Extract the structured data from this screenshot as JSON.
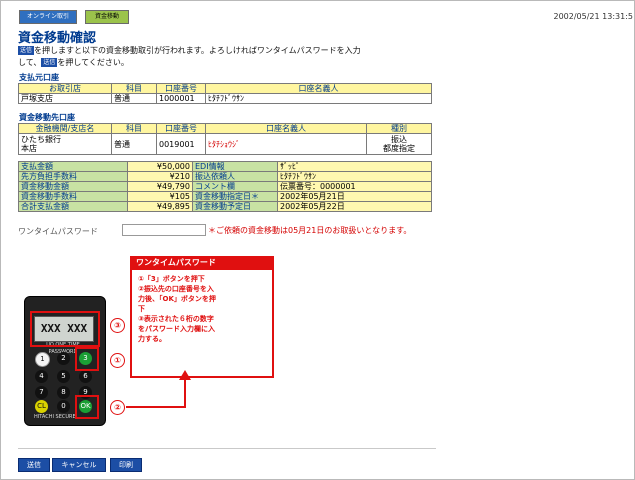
{
  "tabs": {
    "online": "オンライン取引",
    "transfer": "資金移動"
  },
  "timestamp": "2002/05/21 13:31:5",
  "page": {
    "title": "資金移動確認",
    "instruction_prefix": "を押しますと以下の資金移動取引が行われます。よろしければワンタイムパスワードを入力",
    "instruction_suffix1": "して、",
    "instruction_suffix2": "を押してください。",
    "inline_button_1": "送信",
    "inline_button_2": "送信"
  },
  "source_account": {
    "section_title": "支払元口座",
    "headers": [
      "お取引店",
      "科目",
      "口座番号",
      "口座名義人"
    ],
    "row": [
      "戸塚支店",
      "普通",
      "1000001",
      "ﾋﾀﾁﾌﾄﾞｳｻﾝ"
    ]
  },
  "dest_account": {
    "section_title": "資金移動先口座",
    "headers": [
      "金融機関/支店名",
      "科目",
      "口座番号",
      "口座名義人",
      "種別"
    ],
    "row": {
      "bank": "ひたち銀行",
      "branch": "本店",
      "type": "普通",
      "number": "0019001",
      "name": "ﾋﾀﾁｼｮｳｼﾞ",
      "kind1": "振込",
      "kind2": "都度指定"
    }
  },
  "summary": {
    "rows": [
      {
        "l1": "支払金額",
        "v1": "¥50,000",
        "l2": "EDI情報",
        "v2": "ｻﾞｯﾋﾟ"
      },
      {
        "l1": "先方負担手数料",
        "v1": "¥210",
        "l2": "振込依頼人",
        "v2": "ﾋﾀﾁﾌﾄﾞｳｻﾝ"
      },
      {
        "l1": "資金移動金額",
        "v1": "¥49,790",
        "l2": "コメント欄",
        "v2": "伝票番号：0000001"
      },
      {
        "l1": "資金移動手数料",
        "v1": "¥105",
        "l2": "資金移動指定日＊",
        "v2": "2002年05月21日"
      },
      {
        "l1": "合計支払金額",
        "v1": "¥49,895",
        "l2": "資金移動予定日",
        "v2": "2002年05月22日"
      }
    ]
  },
  "otp": {
    "label": "ワンタイムパスワード",
    "input_value": "",
    "note": "＊ご依頼の資金移動は05月21日のお取扱いとなります。"
  },
  "callout": {
    "title": "ワンタイムパスワード",
    "line1": "①「3」ボタンを押下",
    "line2": "②振込先の口座番号を入",
    "line3": "力後、「OK」ボタンを押",
    "line4": "下",
    "line5": "③表示された６桁の数字",
    "line6": "をパスワード入力欄に入",
    "line7": "力する。"
  },
  "device": {
    "display": "XXX XXX",
    "brand_top": "UQ ONE TIME PASSWORD",
    "brand_bottom": "HITACHI  SECURE",
    "keys": {
      "k1": "1",
      "k2": "2",
      "k3": "3",
      "k4": "4",
      "k5": "5",
      "k6": "6",
      "k7": "7",
      "k8": "8",
      "k9": "9",
      "kcl": "CL",
      "k0": "0",
      "kok": "OK"
    },
    "markers": {
      "m1": "③",
      "m2": "①",
      "m3": "②"
    }
  },
  "footer": {
    "send": "送信",
    "cancel": "キャンセル",
    "print": "印刷"
  },
  "colors": {
    "accent": "#003b8f",
    "button": "#1c4ea5",
    "alert": "#e01010",
    "label_bg": "#c8e2a3",
    "value_bg": "#fff8b0"
  }
}
